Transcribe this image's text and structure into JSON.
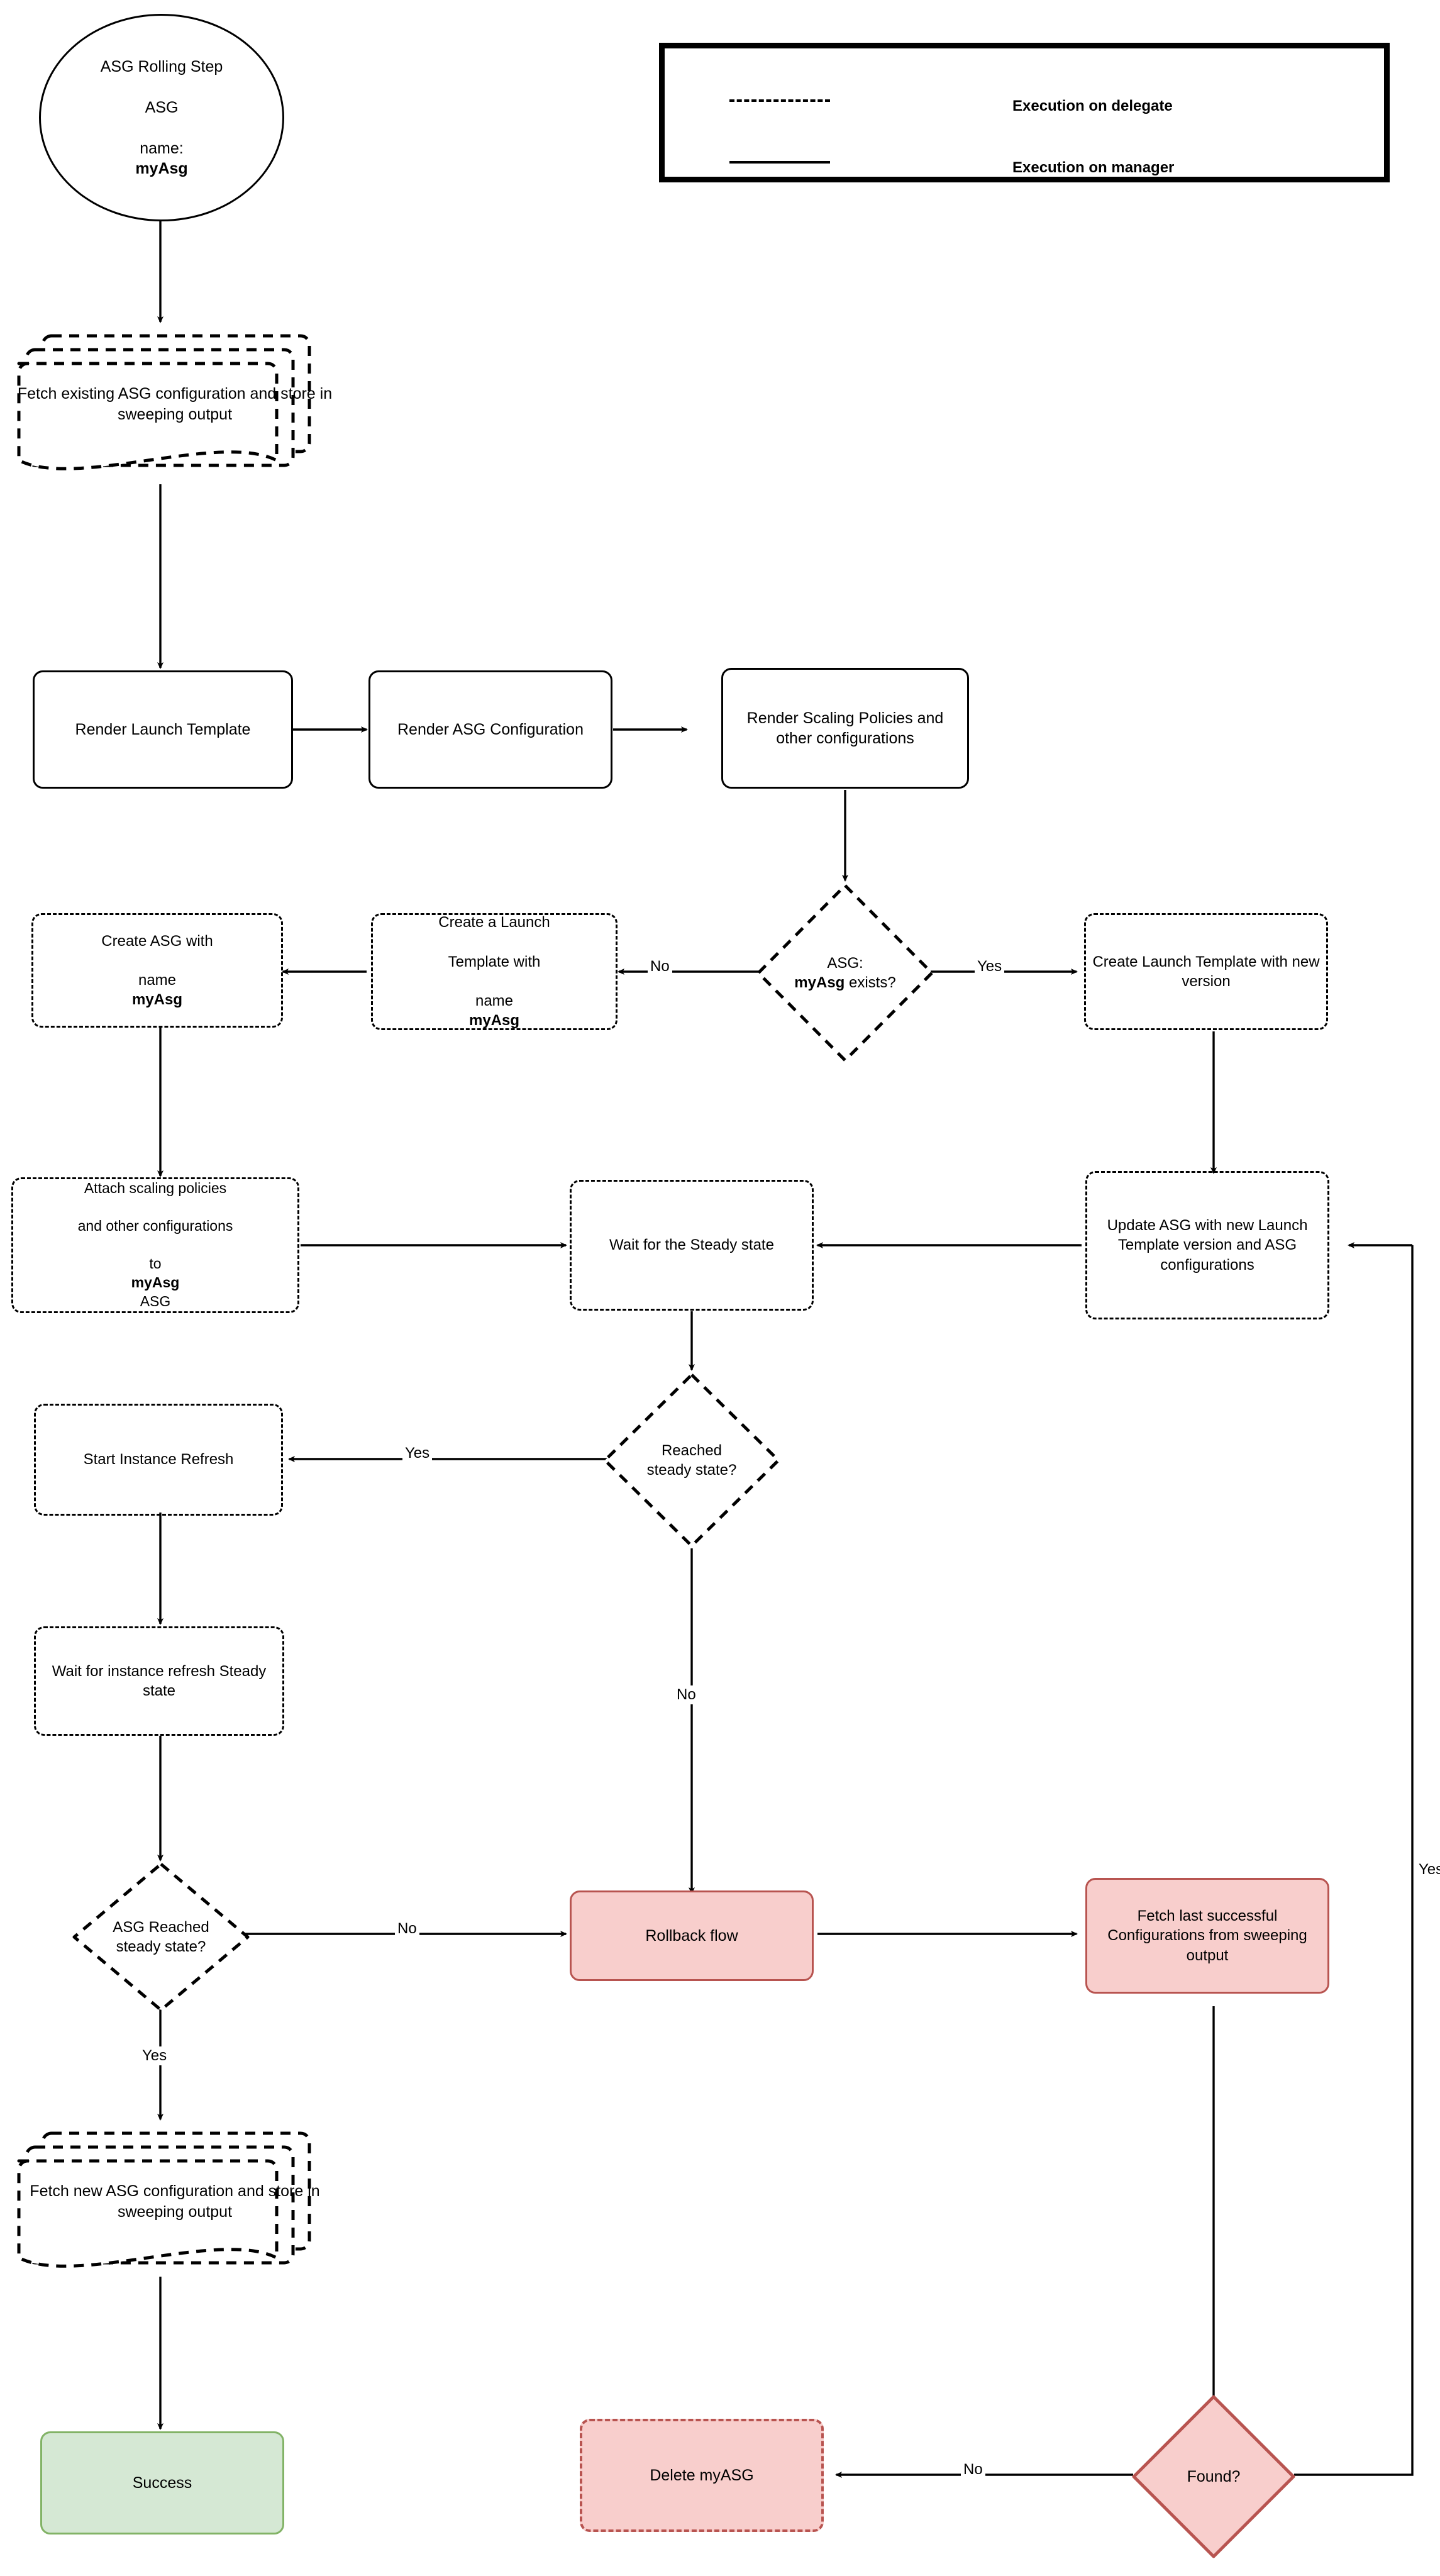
{
  "diagram": {
    "title": "ASG Rolling Step flow",
    "colors": {
      "red_fill": "#f8cecc",
      "red_stroke": "#b85450",
      "green_fill": "#d5e8d4",
      "green_stroke": "#82b366",
      "default_stroke": "#000000",
      "background": "#ffffff"
    }
  },
  "legend": {
    "rows": [
      {
        "style": "dashed",
        "label": "Execution on delegate"
      },
      {
        "style": "solid",
        "label": "Execution on manager"
      }
    ]
  },
  "nodes": {
    "start": {
      "line1": "ASG Rolling Step",
      "line2": "ASG",
      "line3_prefix": "name: ",
      "line3_bold": "myAsg",
      "shape": "ellipse",
      "exec": "manager"
    },
    "fetch_existing": {
      "text": "Fetch existing ASG configuration and store in sweeping output",
      "shape": "multi-document",
      "exec": "delegate"
    },
    "render_lt": {
      "text": "Render Launch Template",
      "shape": "process",
      "exec": "manager"
    },
    "render_asg": {
      "text": "Render ASG Configuration",
      "shape": "process",
      "exec": "manager"
    },
    "render_scaling": {
      "text": "Render Scaling Policies and other configurations",
      "shape": "process",
      "exec": "manager"
    },
    "asg_exists": {
      "line1": "ASG:",
      "line2_bold": "myAsg",
      "line2_rest": " exists?",
      "shape": "decision",
      "exec": "delegate"
    },
    "create_lt_name": {
      "line1": "Create a Launch",
      "line2": "Template with",
      "line3_prefix": "name ",
      "line3_bold": "myAsg",
      "shape": "process",
      "exec": "delegate"
    },
    "create_asg_name": {
      "line1": "Create ASG with",
      "line2_prefix": "name ",
      "line2_bold": "myAsg",
      "shape": "process",
      "exec": "delegate"
    },
    "create_lt_ver": {
      "text": "Create Launch Template with new version",
      "shape": "process",
      "exec": "delegate"
    },
    "attach_policies": {
      "line1": "Attach scaling policies",
      "line2": "and other configurations",
      "line3_prefix": "to ",
      "line3_bold": "myAsg",
      "line3_suffix": " ASG",
      "shape": "process",
      "exec": "delegate"
    },
    "wait_steady": {
      "text": "Wait for the Steady state",
      "shape": "process",
      "exec": "delegate"
    },
    "update_asg": {
      "text": "Update ASG with new Launch Template version and ASG configurations",
      "shape": "process",
      "exec": "delegate"
    },
    "reached_steady": {
      "line1": "Reached",
      "line2": "steady state?",
      "shape": "decision",
      "exec": "delegate"
    },
    "start_refresh": {
      "text": "Start Instance Refresh",
      "shape": "process",
      "exec": "delegate"
    },
    "wait_refresh": {
      "text": "Wait for instance refresh Steady state",
      "shape": "process",
      "exec": "delegate"
    },
    "asg_reached": {
      "line1": "ASG Reached",
      "line2": "steady state?",
      "shape": "decision",
      "exec": "delegate"
    },
    "rollback": {
      "text": "Rollback flow",
      "shape": "process",
      "exec": "manager",
      "color": "red"
    },
    "fetch_last": {
      "text": "Fetch last successful Configurations from sweeping output",
      "shape": "process",
      "exec": "manager",
      "color": "red"
    },
    "fetch_new": {
      "text": "Fetch new ASG configuration and store in sweeping output",
      "shape": "multi-document",
      "exec": "delegate"
    },
    "found": {
      "text": "Found?",
      "shape": "decision",
      "exec": "manager",
      "color": "red"
    },
    "delete_asg": {
      "text": "Delete myASG",
      "shape": "process",
      "exec": "delegate",
      "color": "red"
    },
    "success": {
      "text": "Success",
      "shape": "process",
      "exec": "manager",
      "color": "green"
    }
  },
  "edge_labels": {
    "no_exists": "No",
    "yes_exists": "Yes",
    "yes_reached": "Yes",
    "no_reached": "No",
    "no_asg_reached": "No",
    "yes_asg_reached": "Yes",
    "no_found": "No",
    "yes_found": "Yes"
  }
}
